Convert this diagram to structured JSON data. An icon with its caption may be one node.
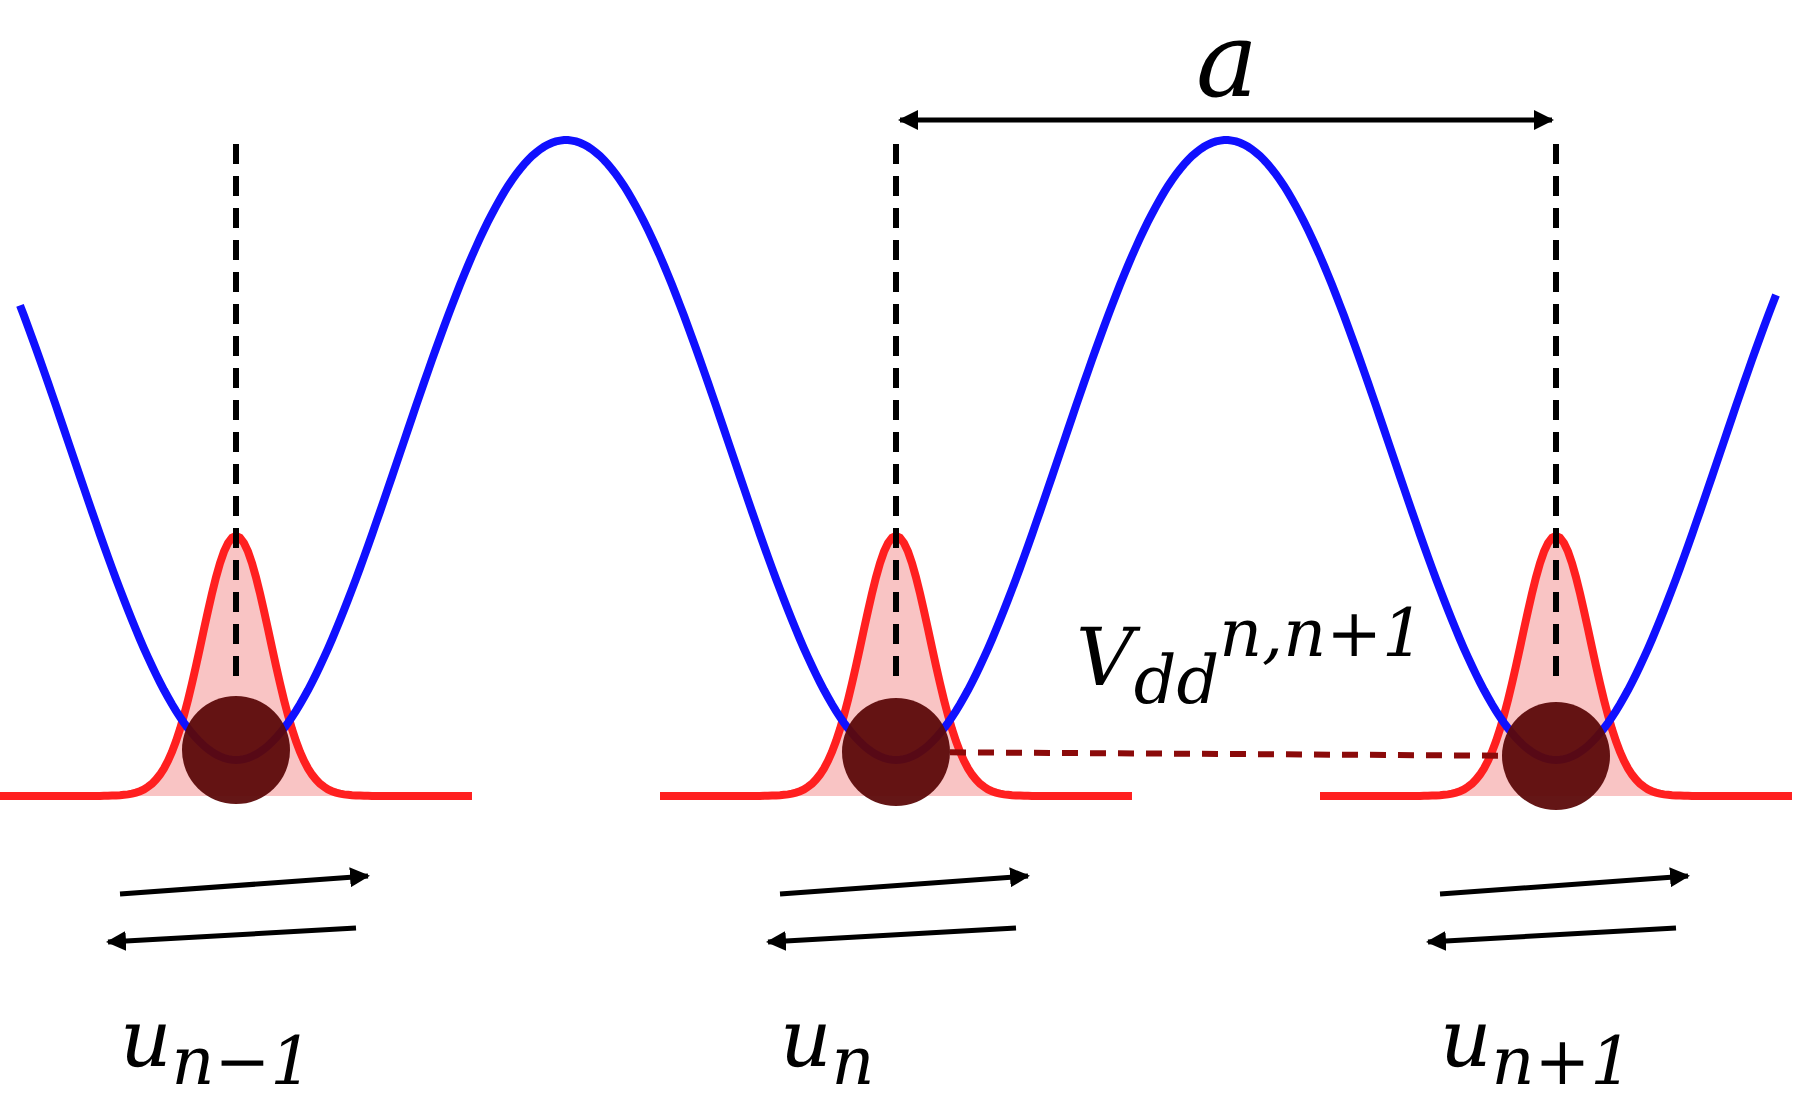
{
  "diagram": {
    "nodes": [
      {
        "text": [],
        "shape": "circle",
        "beside": [
          "u$_{n−1}$"
        ]
      },
      {
        "text": [],
        "shape": "circle",
        "beside": [
          "u$_{n}$"
        ]
      },
      {
        "text": [],
        "shape": "circle",
        "beside": [
          "u$_{n+1}$"
        ]
      }
    ],
    "edges": [
      {
        "from": 1,
        "to": 2,
        "arrow": "none",
        "style": "dashed",
        "color": "#8b0a0a"
      }
    ],
    "labels": [
      "a",
      "V$_{dd}$$^{n,n+1}$"
    ]
  }
}
